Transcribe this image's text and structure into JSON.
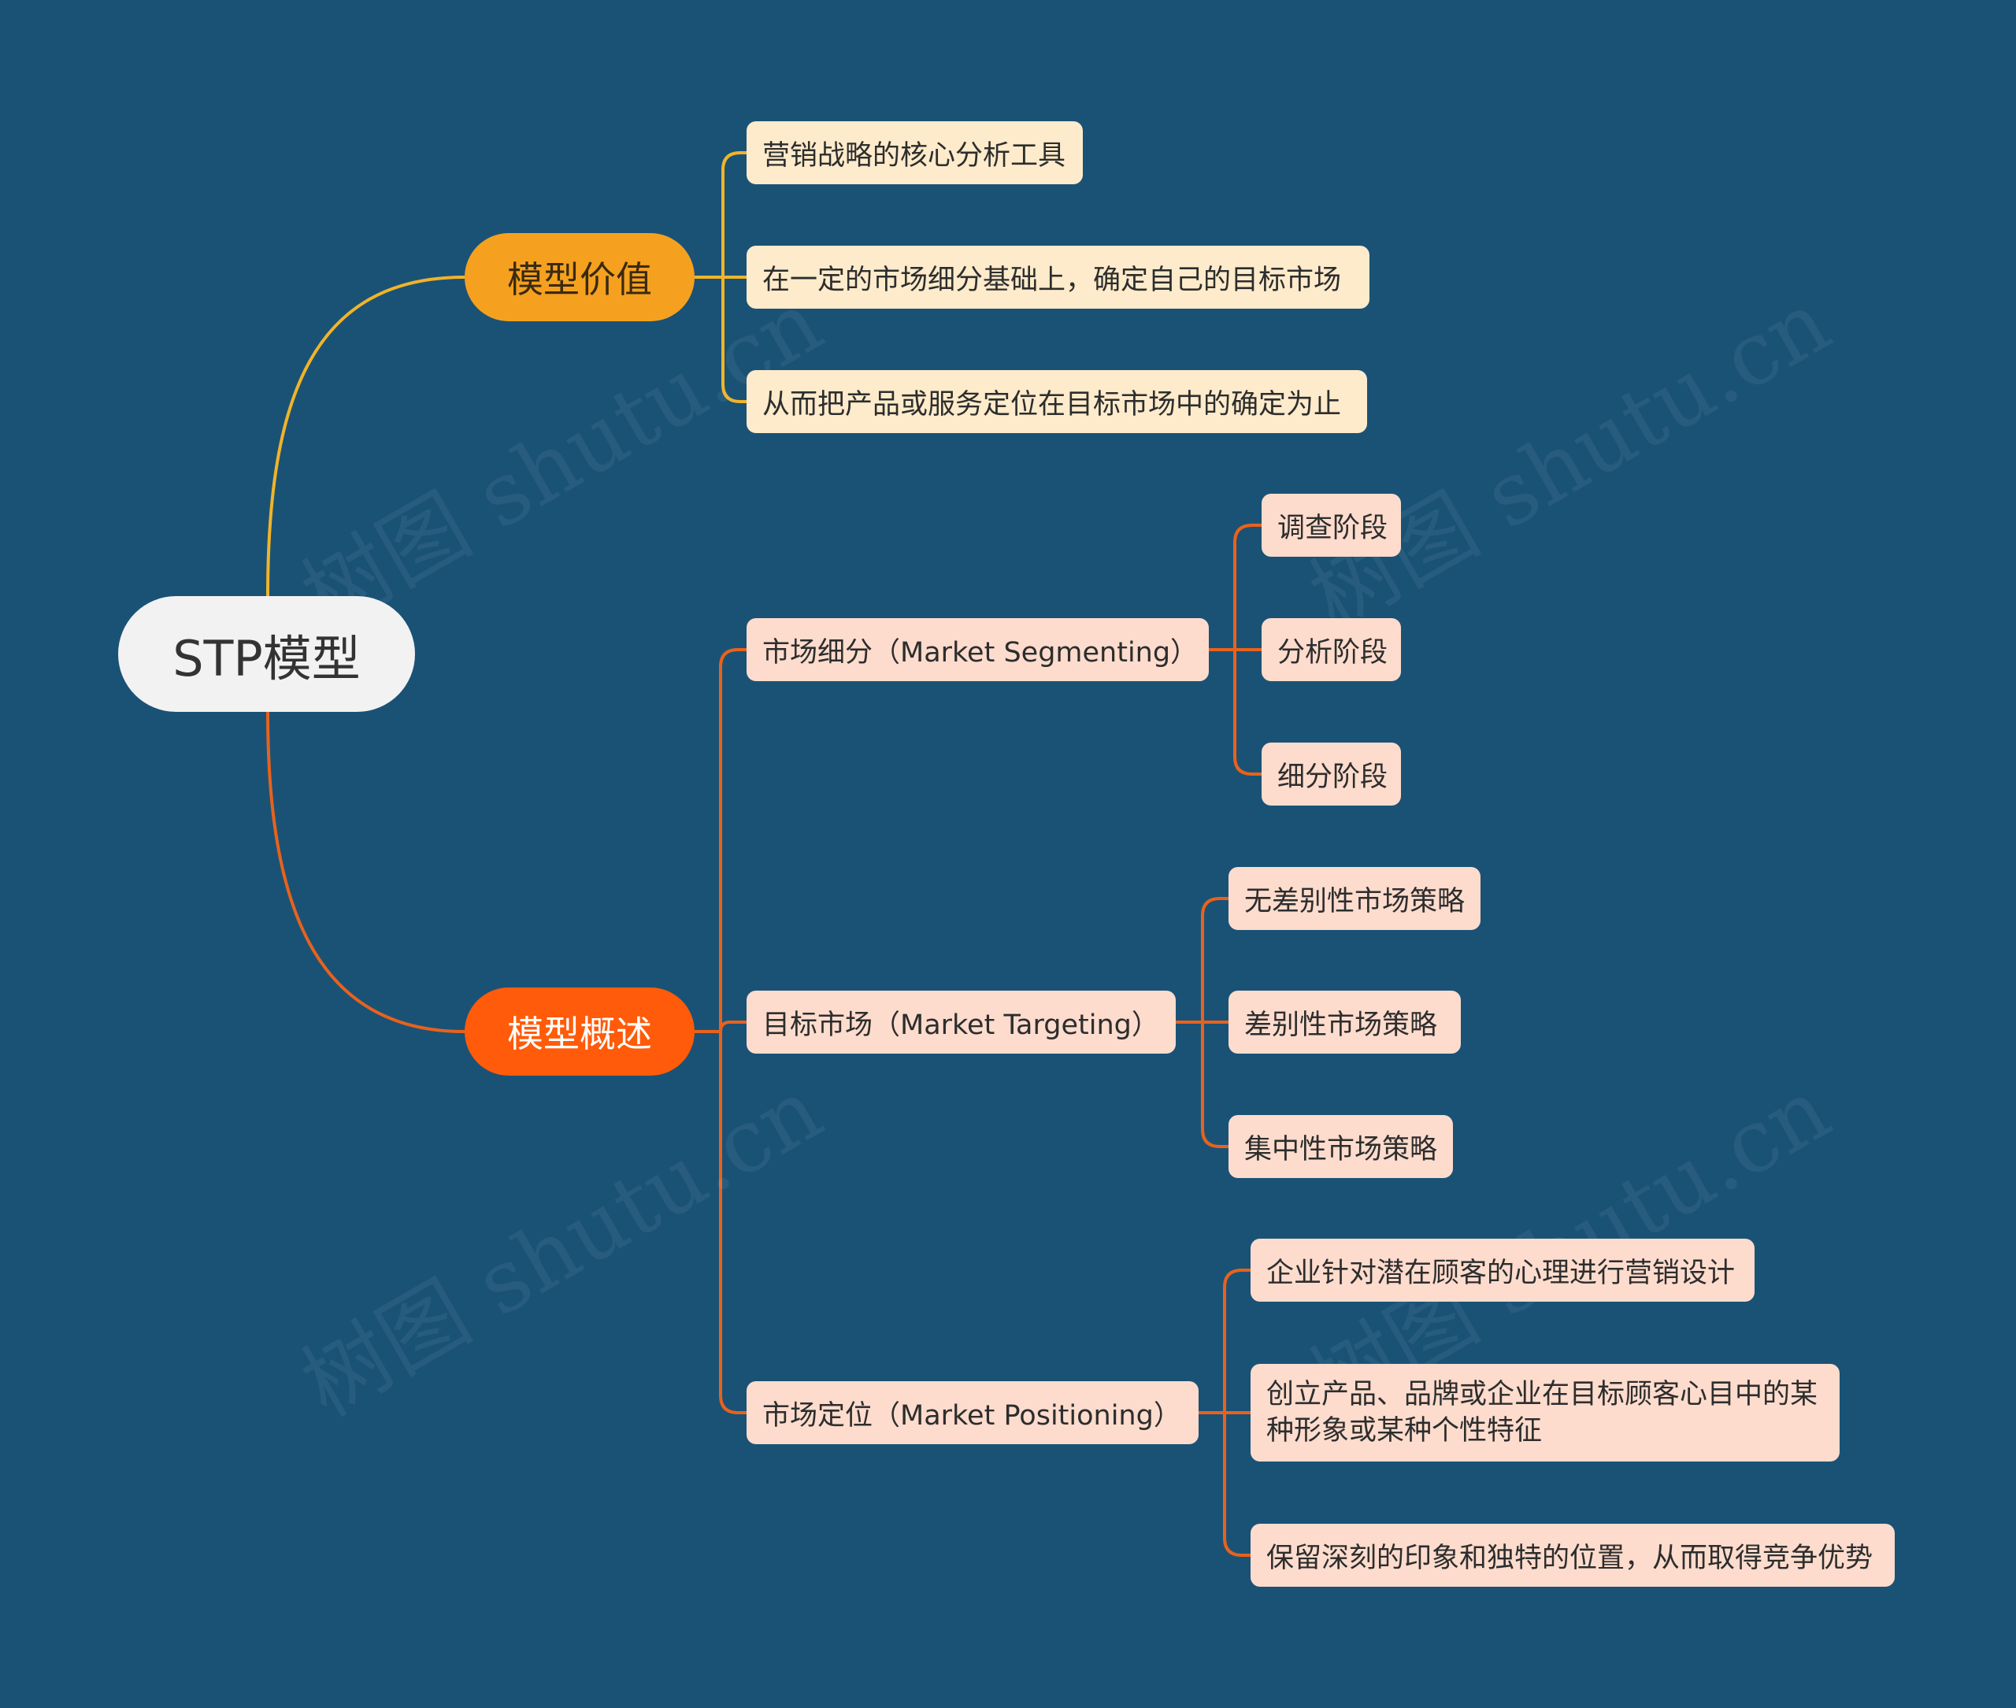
{
  "colors": {
    "background": "#1a5276",
    "root_fill": "#f2f2f2",
    "value_branch": "#f5a11f",
    "overview_branch": "#ff5b0a",
    "value_leaf": "#fdebcb",
    "overview_leaf": "#fddccd",
    "value_link": "#f0b429",
    "overview_link": "#e8621c"
  },
  "root": {
    "label": "STP模型"
  },
  "value": {
    "label": "模型价值",
    "items": [
      "营销战略的核心分析工具",
      "在一定的市场细分基础上，确定自己的目标市场",
      "从而把产品或服务定位在目标市场中的确定为止"
    ]
  },
  "overview": {
    "label": "模型概述",
    "segmenting": {
      "label": "市场细分（Market Segmenting）",
      "items": [
        "调查阶段",
        "分析阶段",
        "细分阶段"
      ]
    },
    "targeting": {
      "label": "目标市场（Market Targeting）",
      "items": [
        "无差别性市场策略",
        "差别性市场策略",
        "集中性市场策略"
      ]
    },
    "positioning": {
      "label": "市场定位（Market Positioning）",
      "items": [
        "企业针对潜在顾客的心理进行营销设计",
        "创立产品、品牌或企业在目标顾客心目中的某种形象或某种个性特征",
        "保留深刻的印象和独特的位置，从而取得竞争优势"
      ]
    }
  },
  "watermark": "树图 shutu.cn"
}
